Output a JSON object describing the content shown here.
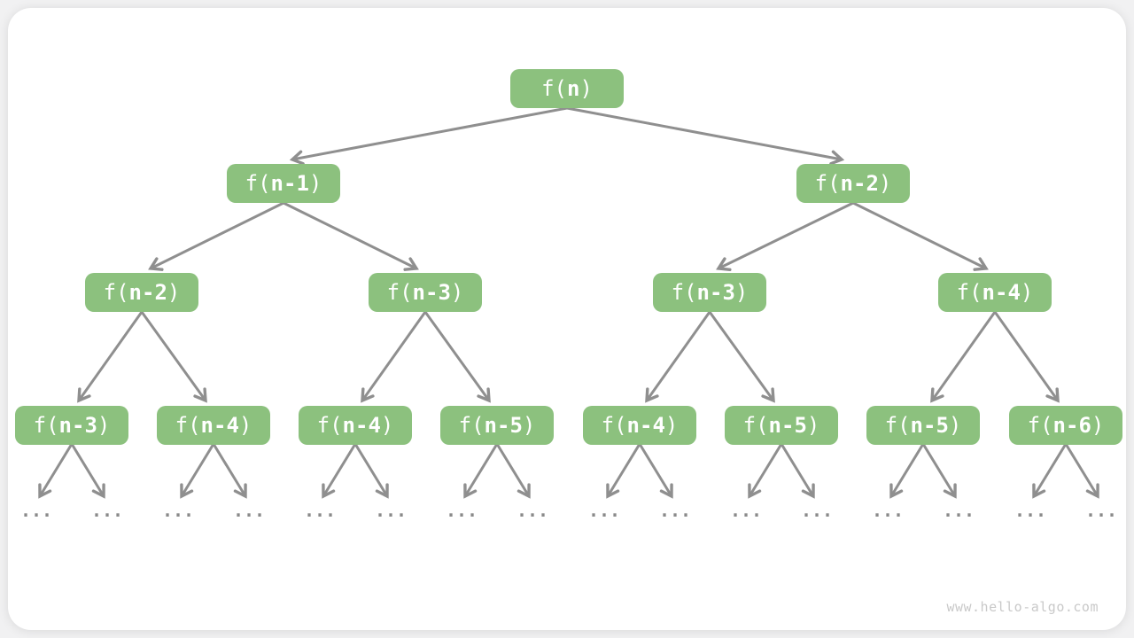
{
  "diagram": {
    "title_hint": "recursion tree of f(n)",
    "watermark": "www.hello-algo.com",
    "leaf_label": "...",
    "colors": {
      "node_fill": "#8cc17e",
      "node_text": "#ffffff",
      "arrow": "#8f8f8f",
      "leaf_dots": "#8a8a8a",
      "watermark": "#c9c9c9",
      "card_bg": "#ffffff",
      "page_bg": "#f1f1f2"
    },
    "nodes": [
      {
        "pre": "f(",
        "var": "n",
        "post": ")"
      },
      {
        "pre": "f(",
        "var": "n-1",
        "post": ")"
      },
      {
        "pre": "f(",
        "var": "n-2",
        "post": ")"
      },
      {
        "pre": "f(",
        "var": "n-2",
        "post": ")"
      },
      {
        "pre": "f(",
        "var": "n-3",
        "post": ")"
      },
      {
        "pre": "f(",
        "var": "n-3",
        "post": ")"
      },
      {
        "pre": "f(",
        "var": "n-4",
        "post": ")"
      },
      {
        "pre": "f(",
        "var": "n-3",
        "post": ")"
      },
      {
        "pre": "f(",
        "var": "n-4",
        "post": ")"
      },
      {
        "pre": "f(",
        "var": "n-4",
        "post": ")"
      },
      {
        "pre": "f(",
        "var": "n-5",
        "post": ")"
      },
      {
        "pre": "f(",
        "var": "n-4",
        "post": ")"
      },
      {
        "pre": "f(",
        "var": "n-5",
        "post": ")"
      },
      {
        "pre": "f(",
        "var": "n-5",
        "post": ")"
      },
      {
        "pre": "f(",
        "var": "n-6",
        "post": ")"
      }
    ]
  }
}
